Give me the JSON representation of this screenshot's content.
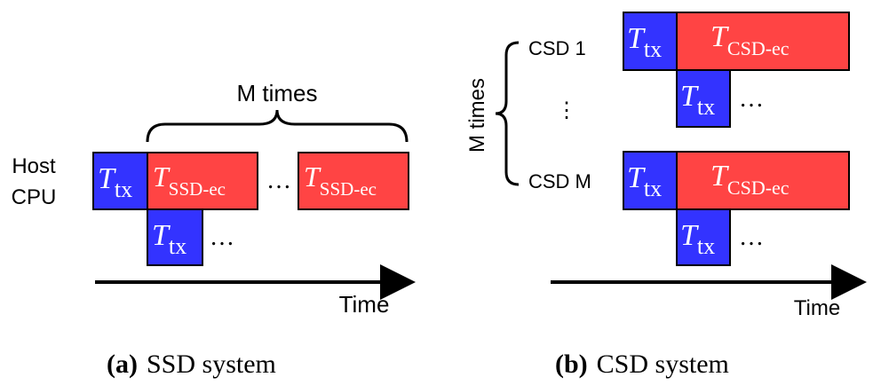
{
  "panel_a": {
    "host_line1": "Host",
    "host_line2": "CPU",
    "brace_label": "M times",
    "time_label": "Time",
    "tx_main": "T",
    "tx_sub": "tx",
    "ssd_main": "T",
    "ssd_sub": "SSD-ec",
    "ellipsis": "…",
    "caption_tag": "(a)",
    "caption_text": "SSD system"
  },
  "panel_b": {
    "brace_label": "M times",
    "csd1_label": "CSD  1",
    "csdm_label": "CSD  M",
    "vdots": "⋮",
    "time_label": "Time",
    "tx_main": "T",
    "tx_sub": "tx",
    "csd_main": "T",
    "csd_sub": "CSD-ec",
    "ellipsis": "…",
    "caption_tag": "(b)",
    "caption_text": "CSD system"
  },
  "colors": {
    "tx_block": "#3333ff",
    "ec_block": "#ff4444"
  }
}
